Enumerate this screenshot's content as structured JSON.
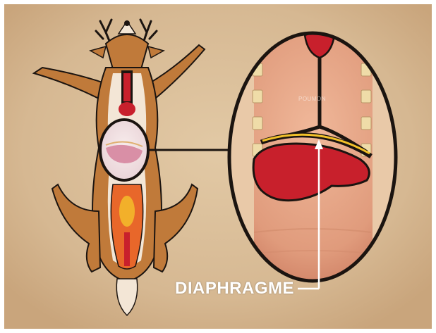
{
  "labels": {
    "callout": "DIAPHRAGME",
    "faint_text": "POUMON"
  },
  "colors": {
    "paper": "#d9bd96",
    "paper_edge": "#ffffff",
    "fur": "#c07a3a",
    "fur_light": "#f3e6d6",
    "outline": "#1b1410",
    "organ_red": "#c8202c",
    "organ_pink": "#d98fa6",
    "abdomen_orange": "#e8672a",
    "lung_tissue": "#e7a485",
    "diaphragm_yellow": "#f2c12a",
    "rib_cream": "#efdca8",
    "callout_line": "#ffffff"
  },
  "icons": [
    "deer-anatomy-illustration",
    "magnifier-zoom-circle",
    "callout-arrow"
  ]
}
